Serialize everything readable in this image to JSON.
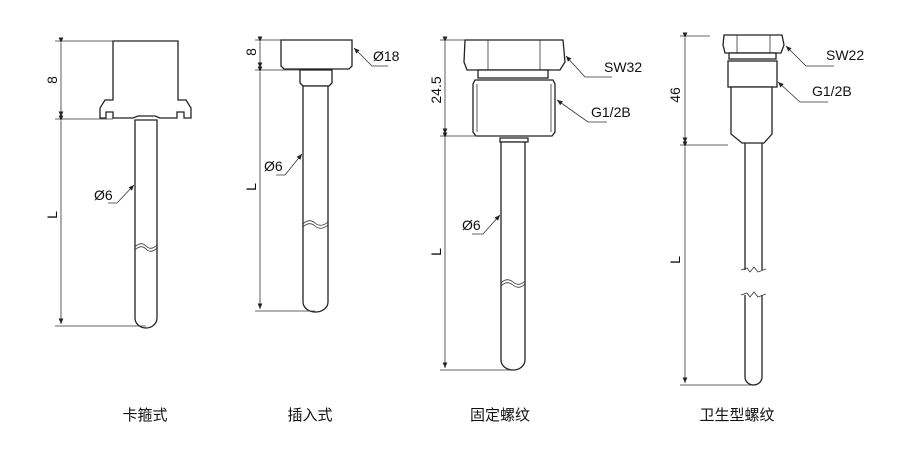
{
  "drawings": [
    {
      "caption": "卡箍式",
      "dim_head": "8",
      "dim_length": "L",
      "tube_dia": "Ø6"
    },
    {
      "caption": "插入式",
      "dim_head": "8",
      "dim_length": "L",
      "tube_dia": "Ø6",
      "head_dia": "Ø18"
    },
    {
      "caption": "固定螺纹",
      "dim_head": "24.5",
      "dim_length": "L",
      "tube_dia": "Ø6",
      "hex": "SW32",
      "thread": "G1/2B"
    },
    {
      "caption": "卫生型螺纹",
      "dim_head": "46",
      "dim_length": "L",
      "hex": "SW22",
      "thread": "G1/2B"
    }
  ]
}
